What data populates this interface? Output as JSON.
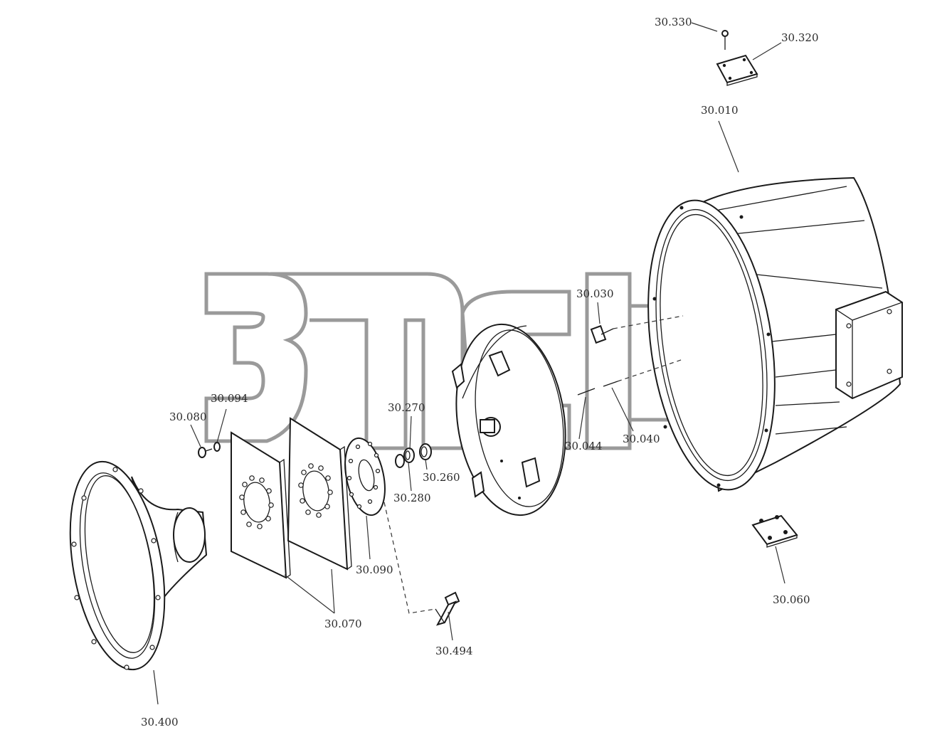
{
  "watermark": {
    "tm": "TM"
  },
  "colors": {
    "line": "#1a1a1a",
    "watermark": "#9a9a9a",
    "background": "#ffffff"
  },
  "labels": {
    "p30_330": "30.330",
    "p30_320": "30.320",
    "p30_010": "30.010",
    "p30_030": "30.030",
    "p30_094": "30.094",
    "p30_080": "30.080",
    "p30_270": "30.270",
    "p30_260": "30.260",
    "p30_280": "30.280",
    "p30_044": "30.044",
    "p30_040": "30.040",
    "p30_090": "30.090",
    "p30_070": "30.070",
    "p30_494": "30.494",
    "p30_060": "30.060",
    "p30_400": "30.400"
  }
}
